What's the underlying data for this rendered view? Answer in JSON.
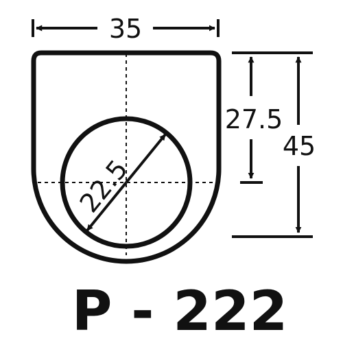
{
  "part_code": "P - 222",
  "dimensions": {
    "width": "35",
    "hole_center_height": "27.5",
    "total_height": "45",
    "hole_diameter": "22.5"
  },
  "colors": {
    "stroke": "#111111",
    "background": "#ffffff"
  }
}
